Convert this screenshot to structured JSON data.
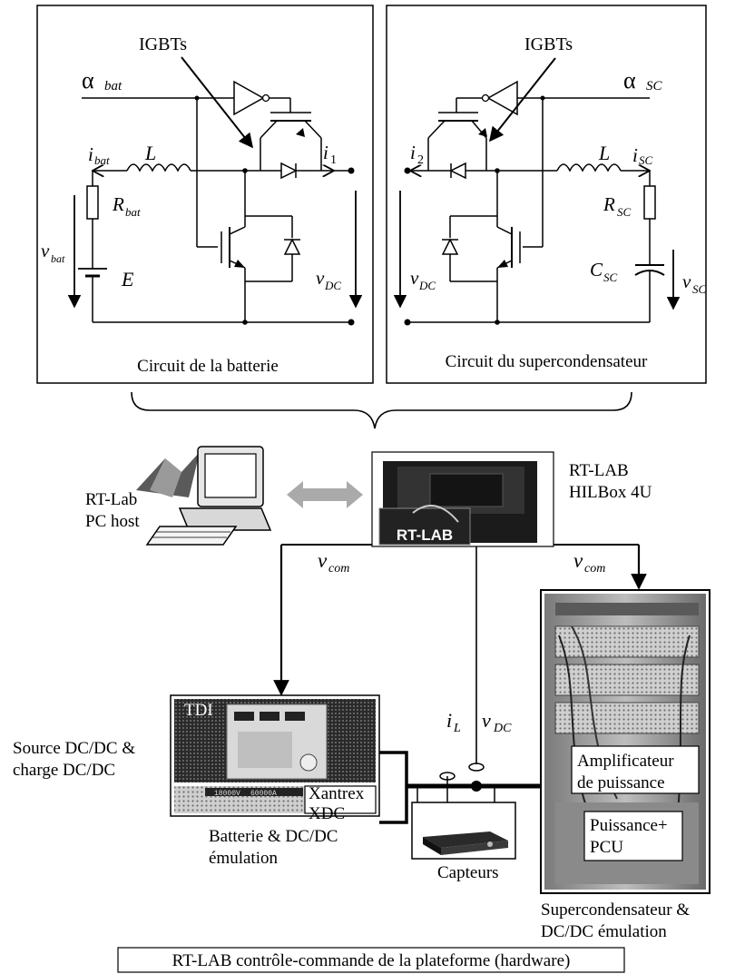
{
  "battery_circuit": {
    "caption": "Circuit de la batterie",
    "igbt_label": "IGBTs",
    "alpha": "α",
    "alpha_sub": "bat",
    "i_bat": "i",
    "i_bat_sub": "bat",
    "L": "L",
    "R": "R",
    "R_sub": "bat",
    "E": "E",
    "v_bat": "v",
    "v_bat_sub": "bat",
    "i1": "i",
    "i1_sub": "1",
    "v_dc": "v",
    "v_dc_sub": "DC"
  },
  "sc_circuit": {
    "caption": "Circuit du supercondensateur",
    "igbt_label": "IGBTs",
    "alpha": "α",
    "alpha_sub": "SC",
    "i2": "i",
    "i2_sub": "2",
    "L": "L",
    "i_sc": "i",
    "i_sc_sub": "SC",
    "R": "R",
    "R_sub": "SC",
    "C": "C",
    "C_sub": "SC",
    "v_sc": "v",
    "v_sc_sub": "SC",
    "v_dc": "v",
    "v_dc_sub": "DC"
  },
  "hardware": {
    "pc_label_1": "RT-Lab",
    "pc_label_2": "PC host",
    "hilbox_label_1": "RT-LAB",
    "hilbox_label_2": "HILBox 4U",
    "hilbox_logo": "RT-LAB",
    "v_com_left": "v",
    "v_com_left_sub": "com",
    "v_com_right": "v",
    "v_com_right_sub": "com",
    "i_L": "i",
    "i_L_sub": "L",
    "v_dc": "v",
    "v_dc_sub": "DC",
    "tdi_label": "TDI",
    "xantrex_1": "Xantrex",
    "xantrex_2": "XDC",
    "source_1": "Source DC/DC &",
    "source_2": "charge DC/DC",
    "batterie_1": "Batterie & DC/DC",
    "batterie_2": "émulation",
    "capteurs": "Capteurs",
    "amp_1": "Amplificateur",
    "amp_2": "de puissance",
    "pcu_1": "Puissance+",
    "pcu_2": "PCU",
    "sc_1": "Supercondensateur &",
    "sc_2": "DC/DC émulation",
    "display_1": "18000V",
    "display_2": "60000A"
  },
  "footer": {
    "caption": "RT-LAB contrôle-commande de la plateforme (hardware)"
  }
}
